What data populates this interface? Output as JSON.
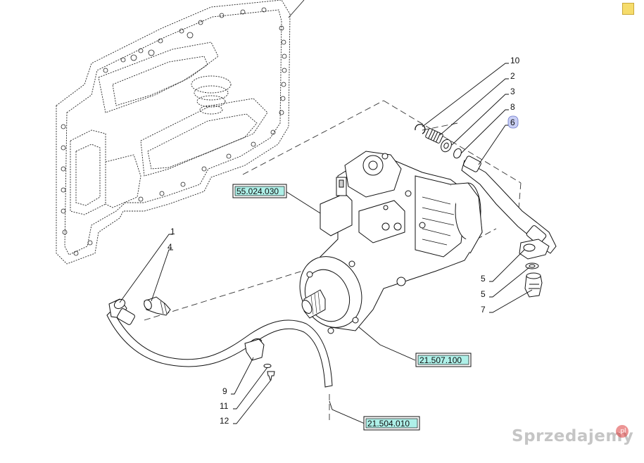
{
  "callouts": {
    "c10": "10",
    "c2": "2",
    "c3": "3",
    "c8": "8",
    "c6": "6",
    "c1": "1",
    "c4": "4",
    "c5a": "5",
    "c5b": "5",
    "c7": "7",
    "c9": "9",
    "c11": "11",
    "c12": "12"
  },
  "references": {
    "r55024030": "55.024.030",
    "r21507100": "21.507.100",
    "r21504010": "21.504.010"
  },
  "watermark": {
    "text": "Sprzedajemy",
    "badge": ".pl"
  },
  "colors": {
    "ref_fill": "#aef0e8",
    "highlight_fill": "#c9cff5",
    "line": "#1a1a1a"
  }
}
